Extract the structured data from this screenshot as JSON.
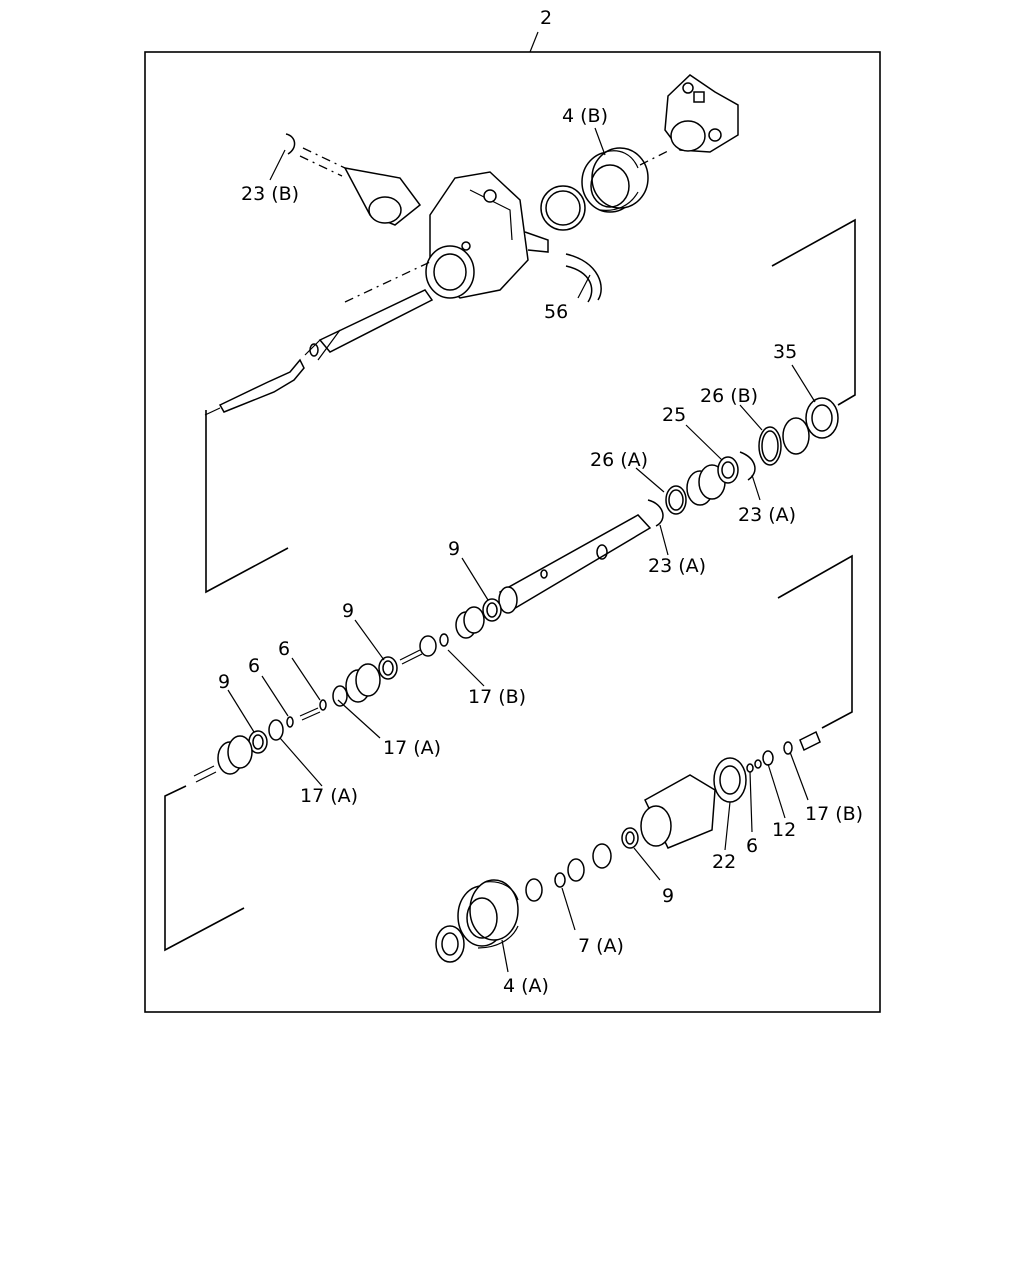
{
  "diagram": {
    "assembly_label": "2",
    "callouts": [
      {
        "id": "c-23b",
        "text": "23 (B)"
      },
      {
        "id": "c-4b",
        "text": "4 (B)"
      },
      {
        "id": "c-56",
        "text": "56"
      },
      {
        "id": "c-35",
        "text": "35"
      },
      {
        "id": "c-26b",
        "text": "26 (B)"
      },
      {
        "id": "c-25",
        "text": "25"
      },
      {
        "id": "c-26a",
        "text": "26 (A)"
      },
      {
        "id": "c-23a-1",
        "text": "23 (A)"
      },
      {
        "id": "c-23a-2",
        "text": "23 (A)"
      },
      {
        "id": "c-9-1",
        "text": "9"
      },
      {
        "id": "c-9-2",
        "text": "9"
      },
      {
        "id": "c-17b-1",
        "text": "17 (B)"
      },
      {
        "id": "c-6-1",
        "text": "6"
      },
      {
        "id": "c-17a-1",
        "text": "17 (A)"
      },
      {
        "id": "c-9-3",
        "text": "9"
      },
      {
        "id": "c-6-2",
        "text": "6"
      },
      {
        "id": "c-17a-2",
        "text": "17 (A)"
      },
      {
        "id": "c-17b-2",
        "text": "17 (B)"
      },
      {
        "id": "c-12",
        "text": "12"
      },
      {
        "id": "c-6-3",
        "text": "6"
      },
      {
        "id": "c-22",
        "text": "22"
      },
      {
        "id": "c-9-4",
        "text": "9"
      },
      {
        "id": "c-7a",
        "text": "7 (A)"
      },
      {
        "id": "c-4a",
        "text": "4 (A)"
      }
    ]
  }
}
